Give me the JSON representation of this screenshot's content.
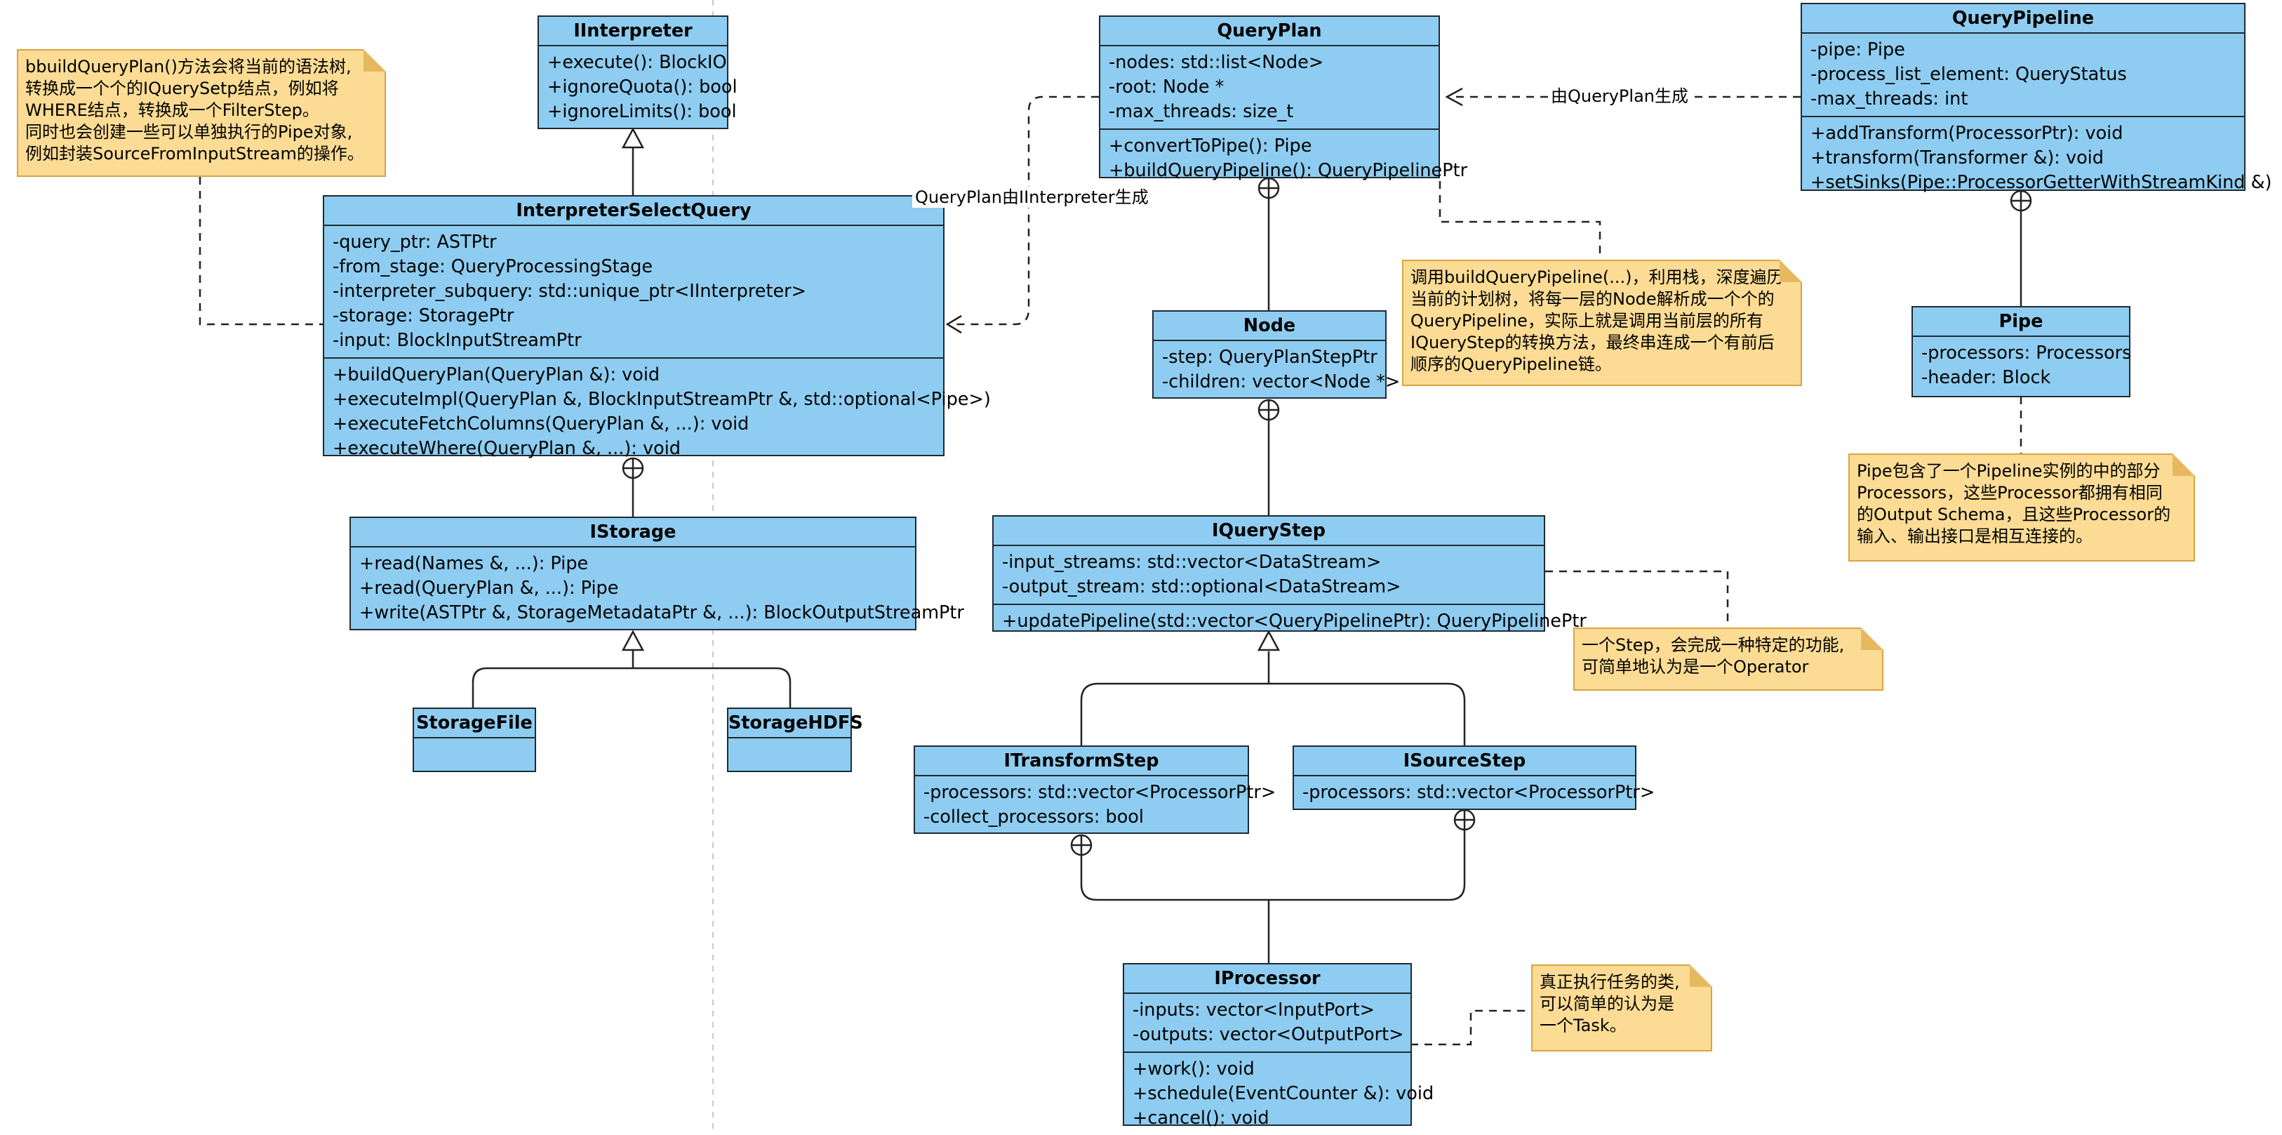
{
  "classes": {
    "iinterpreter": {
      "name": "IInterpreter",
      "attributes": [],
      "methods": [
        "+execute(): BlockIO",
        "+ignoreQuota(): bool",
        "+ignoreLimits(): bool"
      ]
    },
    "interpreter_select_query": {
      "name": "InterpreterSelectQuery",
      "attributes": [
        "-query_ptr: ASTPtr",
        "-from_stage: QueryProcessingStage",
        "-interpreter_subquery: std::unique_ptr<IInterpreter>",
        "-storage: StoragePtr",
        "-input: BlockInputStreamPtr"
      ],
      "methods": [
        "+buildQueryPlan(QueryPlan &): void",
        "+executeImpl(QueryPlan &, BlockInputStreamPtr &, std::optional<Pipe>)",
        "+executeFetchColumns(QueryPlan &, ...): void",
        "+executeWhere(QueryPlan &, ...): void"
      ]
    },
    "istorage": {
      "name": "IStorage",
      "attributes": [],
      "methods": [
        "+read(Names &, ...): Pipe",
        "+read(QueryPlan &, ...): Pipe",
        "+write(ASTPtr &, StorageMetadataPtr &, ...): BlockOutputStreamPtr"
      ]
    },
    "storage_file": {
      "name": "StorageFile"
    },
    "storage_hdfs": {
      "name": "StorageHDFS"
    },
    "query_plan": {
      "name": "QueryPlan",
      "attributes": [
        "-nodes: std::list<Node>",
        "-root: Node *",
        "-max_threads: size_t"
      ],
      "methods": [
        "+convertToPipe(): Pipe",
        "+buildQueryPipeline(): QueryPipelinePtr"
      ]
    },
    "node": {
      "name": "Node",
      "attributes": [
        "-step: QueryPlanStepPtr",
        "-children: vector<Node *>"
      ]
    },
    "iquery_step": {
      "name": "IQueryStep",
      "attributes": [
        "-input_streams: std::vector<DataStream>",
        "-output_stream: std::optional<DataStream>"
      ],
      "methods": [
        "+updatePipeline(std::vector<QueryPipelinePtr): QueryPipelinePtr"
      ]
    },
    "itransform_step": {
      "name": "ITransformStep",
      "attributes": [
        "-processors: std::vector<ProcessorPtr>",
        "-collect_processors: bool"
      ]
    },
    "isource_step": {
      "name": "ISourceStep",
      "attributes": [
        "-processors: std::vector<ProcessorPtr>"
      ]
    },
    "iprocessor": {
      "name": "IProcessor",
      "attributes": [
        "-inputs: vector<InputPort>",
        "-outputs: vector<OutputPort>"
      ],
      "methods": [
        "+work(): void",
        "+schedule(EventCounter &): void",
        "+cancel(): void"
      ]
    },
    "query_pipeline": {
      "name": "QueryPipeline",
      "attributes": [
        "-pipe: Pipe",
        "-process_list_element: QueryStatus",
        "-max_threads: int"
      ],
      "methods": [
        "+addTransform(ProcessorPtr): void",
        "+transform(Transformer &): void",
        "+setSinks(Pipe::ProcessorGetterWithStreamKind &)"
      ]
    },
    "pipe": {
      "name": "Pipe",
      "attributes": [
        "-processors: Processors",
        "-header: Block"
      ]
    }
  },
  "notes": {
    "build_query_plan": [
      "bbuildQueryPlan()方法会将当前的语法树,",
      "转换成一个个的IQuerySetp结点，例如将",
      "WHERE结点，转换成一个FilterStep。",
      "同时也会创建一些可以单独执行的Pipe对象,",
      "例如封装SourceFromInputStream的操作。"
    ],
    "build_query_pipeline": [
      "调用buildQueryPipeline(...)，利用栈，深度遍历",
      "当前的计划树，将每一层的Node解析成一个个的",
      "QueryPipeline，实际上就是调用当前层的所有",
      "IQueryStep的转换方法，最终串连成一个有前后",
      "顺序的QueryPipeline链。"
    ],
    "pipe": [
      "Pipe包含了一个Pipeline实例的中的部分",
      "Processors，这些Processor都拥有相同",
      "的Output Schema，且这些Processor的",
      "输入、输出接口是相互连接的。"
    ],
    "step": [
      "一个Step，会完成一种特定的功能,",
      "可简单地认为是一个Operator"
    ],
    "processor": [
      "真正执行任务的类,",
      "可以简单的认为是",
      "一个Task。"
    ]
  },
  "edge_labels": {
    "query_plan_from_interpreter": "QueryPlan由IInterpreter生成",
    "pipeline_from_query_plan": "由QueryPlan生成"
  }
}
